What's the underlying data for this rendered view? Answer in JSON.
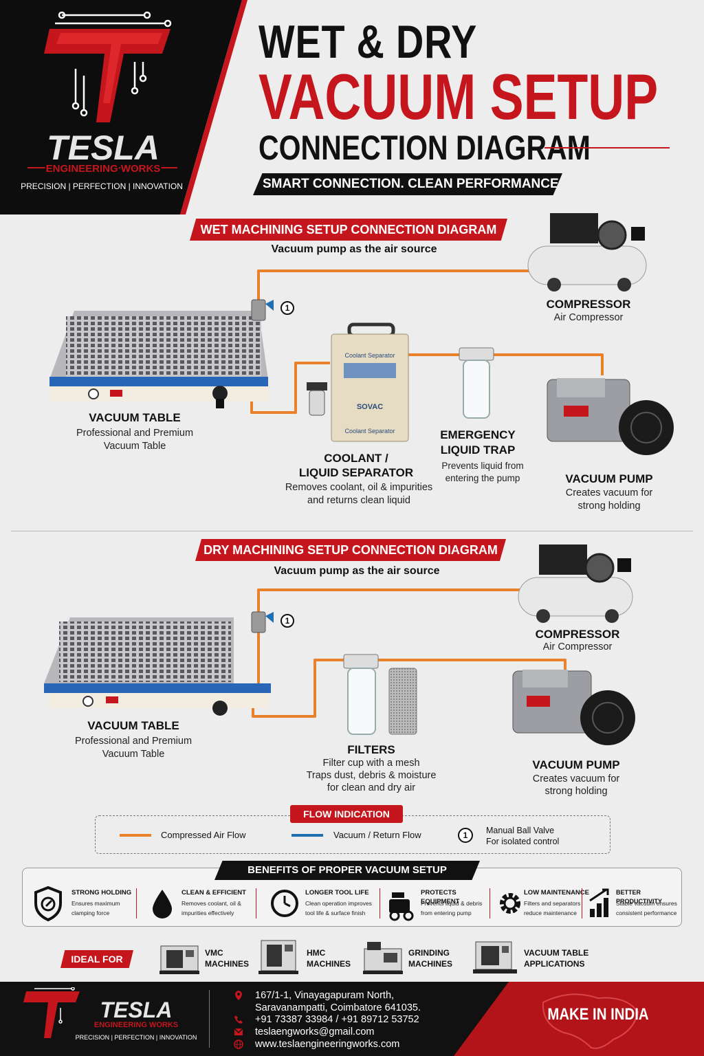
{
  "brand": {
    "name": "TESLA",
    "subtitle": "ENGINEERING WORKS",
    "tagline": "PRECISION | PERFECTION | INNOVATION"
  },
  "title": {
    "line1": "WET & DRY",
    "line2": "VACUUM SETUP",
    "line3": "CONNECTION DIAGRAM",
    "tagline": "SMART CONNECTION. CLEAN PERFORMANCE."
  },
  "wet": {
    "banner": "WET MACHINING SETUP CONNECTION DIAGRAM",
    "subtitle": "Vacuum pump as the air source",
    "valve_number": "1",
    "compressor": {
      "title": "COMPRESSOR",
      "desc": "Air Compressor"
    },
    "vacuum_table": {
      "title": "VACUUM TABLE",
      "desc1": "Professional and Premium",
      "desc2": "Vacuum Table"
    },
    "separator": {
      "title1": "COOLANT /",
      "title2": "LIQUID SEPARATOR",
      "desc1": "Removes coolant, oil & impurities",
      "desc2": "and returns clean liquid",
      "device_top": "Coolant Separator",
      "device_brand": "SOVAC",
      "device_bottom": "Coolant Separator"
    },
    "trap": {
      "title1": "EMERGENCY",
      "title2": "LIQUID TRAP",
      "desc1": "Prevents liquid from",
      "desc2": "entering the pump"
    },
    "pump": {
      "title": "VACUUM PUMP",
      "desc1": "Creates vacuum for",
      "desc2": "strong holding"
    }
  },
  "dry": {
    "banner": "DRY MACHINING SETUP CONNECTION DIAGRAM",
    "subtitle": "Vacuum pump as the air source",
    "valve_number": "1",
    "compressor": {
      "title": "COMPRESSOR",
      "desc": "Air Compressor"
    },
    "vacuum_table": {
      "title": "VACUUM TABLE",
      "desc1": "Professional and Premium",
      "desc2": "Vacuum Table"
    },
    "filters": {
      "title": "FILTERS",
      "desc1": "Filter cup with a mesh",
      "desc2": "Traps dust, debris & moisture",
      "desc3": "for clean and dry air"
    },
    "pump": {
      "title": "VACUUM PUMP",
      "desc1": "Creates vacuum for",
      "desc2": "strong holding"
    }
  },
  "flow": {
    "title": "FLOW INDICATION",
    "air": "Compressed Air Flow",
    "vacuum": "Vacuum / Return Flow",
    "valve_number": "1",
    "valve1": "Manual Ball Valve",
    "valve2": "For isolated control",
    "colors": {
      "air": "#e8812a",
      "vacuum": "#1f6fb3"
    }
  },
  "benefits": {
    "title": "BENEFITS OF PROPER VACUUM SETUP",
    "items": [
      {
        "icon": "shield-icon",
        "title": "STRONG HOLDING",
        "d1": "Ensures maximum",
        "d2": "clamping force"
      },
      {
        "icon": "drop-icon",
        "title": "CLEAN & EFFICIENT",
        "d1": "Removes coolant, oil &",
        "d2": "impurities effectively"
      },
      {
        "icon": "clock-icon",
        "title": "LONGER TOOL LIFE",
        "d1": "Clean operation improves",
        "d2": "tool life & surface finish"
      },
      {
        "icon": "pump-icon",
        "title": "PROTECTS EQUIPMENT",
        "d1": "Prevents liquid & debris",
        "d2": "from entering pump"
      },
      {
        "icon": "gear-icon",
        "title": "LOW MAINTENANCE",
        "d1": "Filters and separators",
        "d2": "reduce maintenance"
      },
      {
        "icon": "chart-icon",
        "title": "BETTER PRODUCTIVITY",
        "d1": "Stable vacuum ensures",
        "d2": "consistent performance"
      }
    ]
  },
  "ideal": {
    "label": "IDEAL FOR",
    "items": [
      {
        "l1": "VMC",
        "l2": "MACHINES"
      },
      {
        "l1": "HMC",
        "l2": "MACHINES"
      },
      {
        "l1": "GRINDING",
        "l2": "MACHINES"
      },
      {
        "l1": "VACUUM TABLE",
        "l2": "APPLICATIONS"
      }
    ]
  },
  "footer": {
    "address1": "167/1-1, Vinayagapuram North,",
    "address2": "Saravanampatti, Coimbatore 641035.",
    "phone": "+91 73387 33984 / +91 89712 53752",
    "email": "teslaengworks@gmail.com",
    "web": "www.teslaengineeringworks.com",
    "make": "MAKE IN INDIA"
  },
  "colors": {
    "red": "#c4161c",
    "black": "#111111",
    "orange": "#e8812a",
    "blue": "#1f6fb3"
  }
}
